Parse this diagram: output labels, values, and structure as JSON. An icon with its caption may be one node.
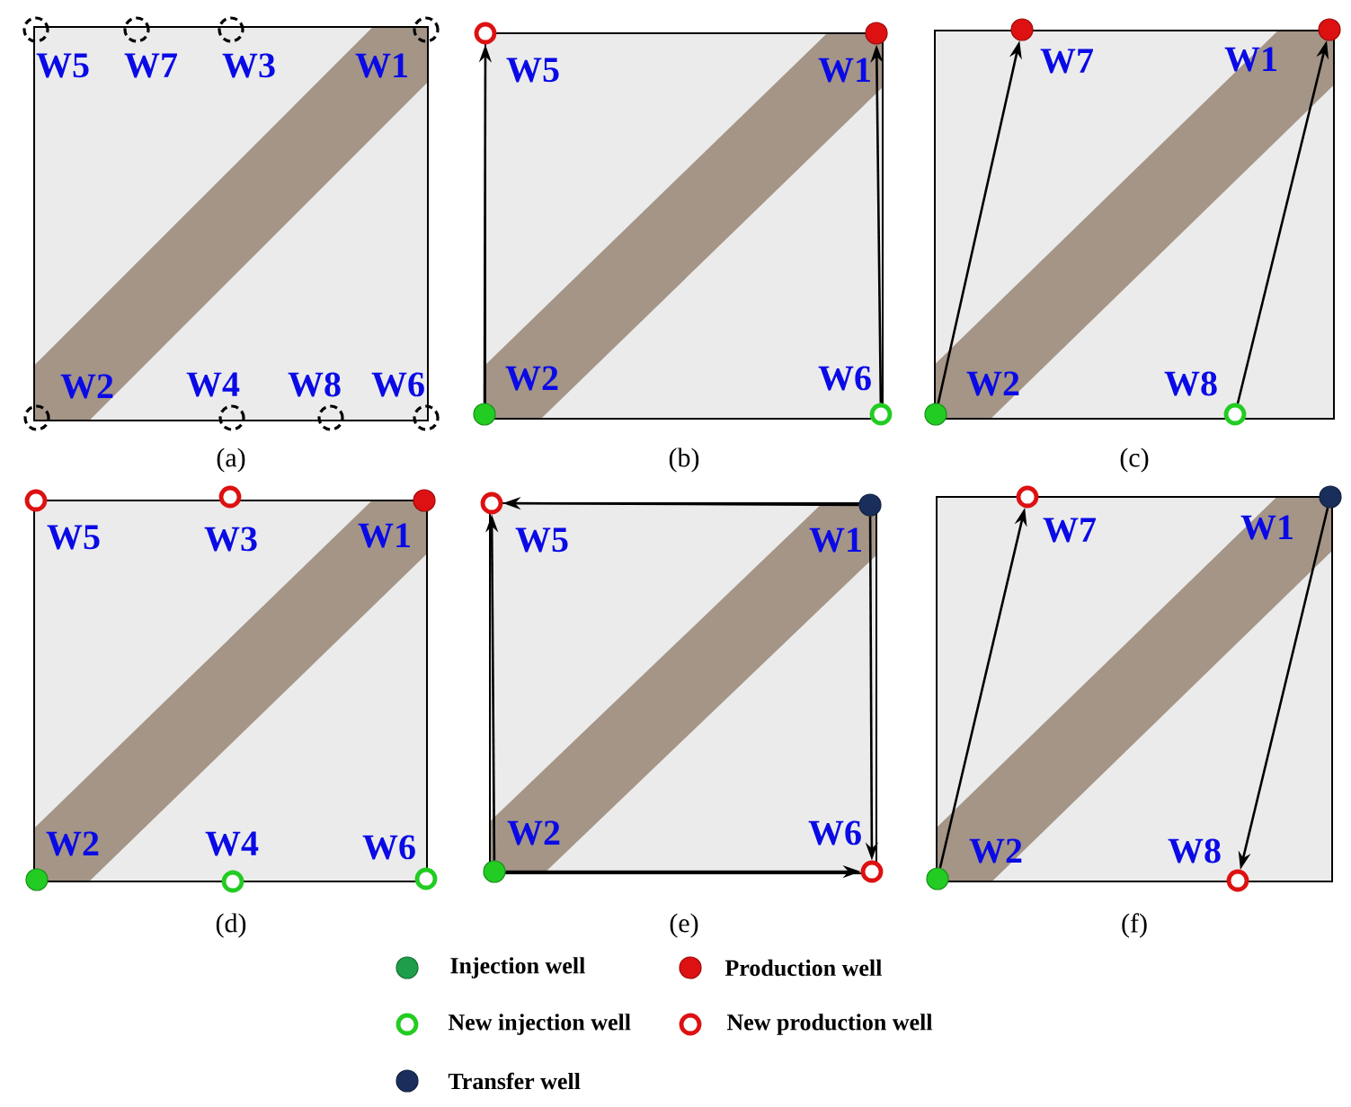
{
  "diagram": {
    "nodes": [
      {
        "text": [],
        "shape": "dashed-circle",
        "beside": [
          "W5"
        ]
      },
      {
        "text": [],
        "shape": "dashed-circle",
        "beside": [
          "W7"
        ]
      },
      {
        "text": [],
        "shape": "dashed-circle",
        "beside": [
          "W3"
        ]
      },
      {
        "text": [],
        "shape": "dashed-circle",
        "beside": [
          "W1"
        ]
      },
      {
        "text": [],
        "shape": "dashed-circle",
        "beside": [
          "W2"
        ]
      },
      {
        "text": [],
        "shape": "dashed-circle",
        "beside": [
          "W4"
        ]
      },
      {
        "text": [],
        "shape": "dashed-circle",
        "beside": [
          "W8"
        ]
      },
      {
        "text": [],
        "shape": "dashed-circle",
        "beside": [
          "W6"
        ]
      },
      {
        "text": [],
        "shape": "ring",
        "beside": [
          "W5"
        ]
      },
      {
        "text": [],
        "shape": "ball",
        "beside": [
          "W1"
        ]
      },
      {
        "text": [],
        "shape": "ball",
        "beside": [
          "W2"
        ]
      },
      {
        "text": [],
        "shape": "ring",
        "beside": [
          "W6"
        ]
      },
      {
        "text": [],
        "shape": "ball",
        "beside": [
          "W7"
        ]
      },
      {
        "text": [],
        "shape": "ball",
        "beside": [
          "W1"
        ]
      },
      {
        "text": [],
        "shape": "ball",
        "beside": [
          "W2"
        ]
      },
      {
        "text": [],
        "shape": "ring",
        "beside": [
          "W8"
        ]
      },
      {
        "text": [],
        "shape": "ring",
        "beside": [
          "W5"
        ]
      },
      {
        "text": [],
        "shape": "ring",
        "beside": [
          "W3"
        ]
      },
      {
        "text": [],
        "shape": "ball",
        "beside": [
          "W1"
        ]
      },
      {
        "text": [],
        "shape": "ball",
        "beside": [
          "W2"
        ]
      },
      {
        "text": [],
        "shape": "ring",
        "beside": [
          "W4"
        ]
      },
      {
        "text": [],
        "shape": "ring",
        "beside": [
          "W6"
        ]
      },
      {
        "text": [],
        "shape": "ring",
        "beside": [
          "W5"
        ]
      },
      {
        "text": [],
        "shape": "ball",
        "beside": [
          "W1"
        ]
      },
      {
        "text": [],
        "shape": "ball",
        "beside": [
          "W2"
        ]
      },
      {
        "text": [],
        "shape": "ring",
        "beside": [
          "W6"
        ]
      },
      {
        "text": [],
        "shape": "ring",
        "beside": [
          "W7"
        ]
      },
      {
        "text": [],
        "shape": "ball",
        "beside": [
          "W1"
        ]
      },
      {
        "text": [],
        "shape": "ball",
        "beside": [
          "W2"
        ]
      },
      {
        "text": [],
        "shape": "ring",
        "beside": [
          "W8"
        ]
      }
    ],
    "edges": [
      {
        "from": 10,
        "to": 8,
        "arrow": "to"
      },
      {
        "from": 11,
        "to": 9,
        "arrow": "to"
      },
      {
        "from": 14,
        "to": 12,
        "arrow": "to"
      },
      {
        "from": 15,
        "to": 13,
        "arrow": "to"
      },
      {
        "from": 23,
        "to": 22,
        "arrow": "to"
      },
      {
        "from": 24,
        "to": 22,
        "arrow": "to"
      },
      {
        "from": 23,
        "to": 25,
        "arrow": "to"
      },
      {
        "from": 24,
        "to": 25,
        "arrow": "to"
      },
      {
        "from": 28,
        "to": 26,
        "arrow": "to"
      },
      {
        "from": 27,
        "to": 29,
        "arrow": "to"
      }
    ],
    "labels": [
      "(a)",
      "(b)",
      "(c)",
      "(d)",
      "(e)",
      "(f)"
    ],
    "legend": [
      {
        "text": "Injection well",
        "color": "#1e9e4a"
      },
      {
        "text": "Production well",
        "color": "#dd1111"
      },
      {
        "text": "New injection  well",
        "color": "#22cc22"
      },
      {
        "text": "New production well",
        "color": "#dd1111"
      },
      {
        "text": "Transfer well",
        "color": "#1a2e5c"
      }
    ]
  }
}
